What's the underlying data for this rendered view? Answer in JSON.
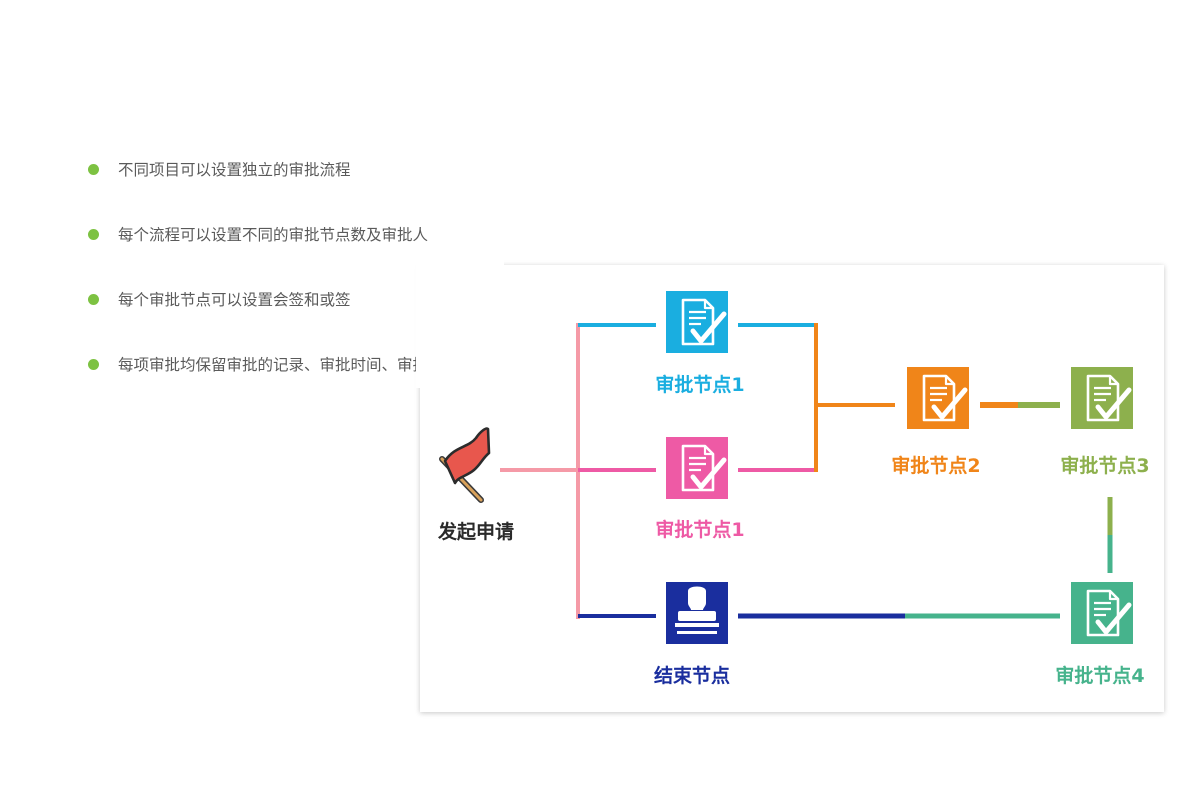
{
  "bullets": [
    "不同项目可以设置独立的审批流程",
    "每个流程可以设置不同的审批节点数及审批人",
    "每个审批节点可以设置会签和或签",
    "每项审批均保留审批的记录、审批时间、审批事项"
  ],
  "colors": {
    "bullet_dot": "#7dc242",
    "cyan": "#1aaee0",
    "pink": "#ee5aa5",
    "orange": "#f08519",
    "olive": "#8db04d",
    "teal": "#46b38c",
    "navy": "#1a2e9e",
    "flag": "#e8574d",
    "light_pink": "#f59aa7",
    "start_text": "#2a2a2a"
  },
  "diagram": {
    "start_label": "发起申请",
    "nodes": {
      "approve1_top": {
        "label": "审批节点1",
        "icon": "document-check-icon"
      },
      "approve1_bottom": {
        "label": "审批节点1",
        "icon": "document-check-icon"
      },
      "approve2": {
        "label": "审批节点2",
        "icon": "document-check-icon"
      },
      "approve3": {
        "label": "审批节点3",
        "icon": "document-check-icon"
      },
      "approve4": {
        "label": "审批节点4",
        "icon": "document-check-icon"
      },
      "end": {
        "label": "结束节点",
        "icon": "stamp-icon"
      }
    }
  }
}
